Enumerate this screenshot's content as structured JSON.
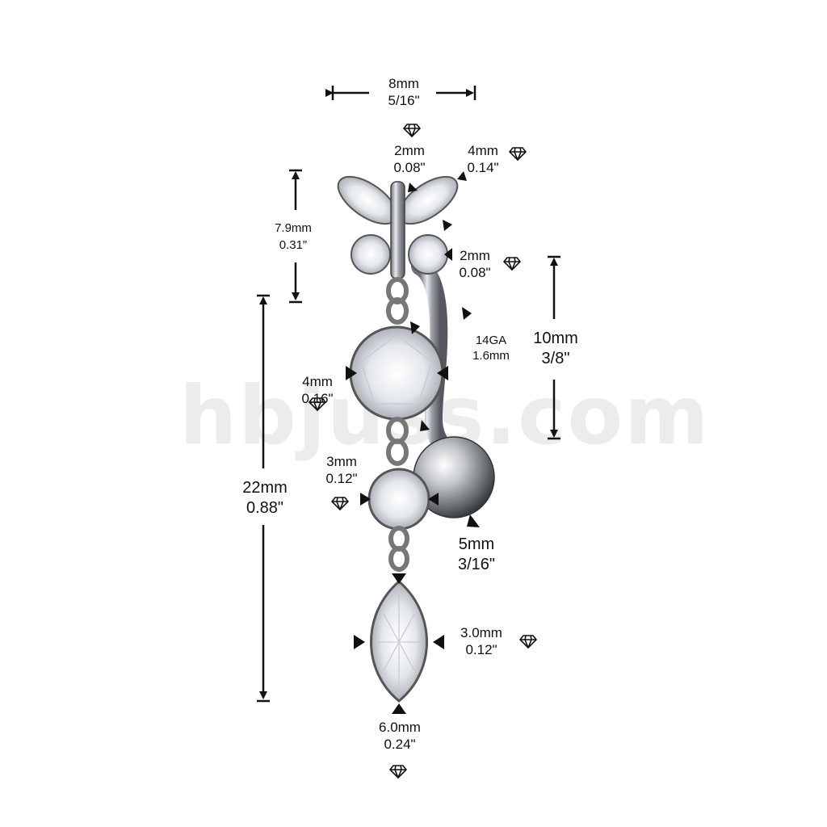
{
  "watermark": "hbjuss.com",
  "colors": {
    "background": "#ffffff",
    "ink": "#111111",
    "metal": "#b9bcc2",
    "metal_dark": "#6e7278",
    "gem": "#eef0f4",
    "watermark": "#e3e3e3"
  },
  "dimensions": {
    "width_top": {
      "mm": "8mm",
      "in": "5/16\""
    },
    "butterfly_height": {
      "mm": "7.9mm",
      "in": "0.31\""
    },
    "marquise_wing_small": {
      "mm": "2mm",
      "in": "0.08\""
    },
    "marquise_wing_large": {
      "mm": "4mm",
      "in": "0.14\""
    },
    "round_wing": {
      "mm": "2mm",
      "in": "0.08\""
    },
    "bar_length": {
      "mm": "10mm",
      "in": "3/8\""
    },
    "gauge": {
      "ga": "14GA",
      "mm": "1.6mm"
    },
    "round_gem_large": {
      "mm": "4mm",
      "in": "0.16\""
    },
    "dangle_length": {
      "mm": "22mm",
      "in": "0.88\""
    },
    "round_gem_small": {
      "mm": "3mm",
      "in": "0.12\""
    },
    "ball": {
      "mm": "5mm",
      "in": "3/16\""
    },
    "marquise_width": {
      "mm": "3.0mm",
      "in": "0.12\""
    },
    "marquise_length": {
      "mm": "6.0mm",
      "in": "0.24\""
    }
  },
  "icons": [
    "diamond-icon"
  ]
}
